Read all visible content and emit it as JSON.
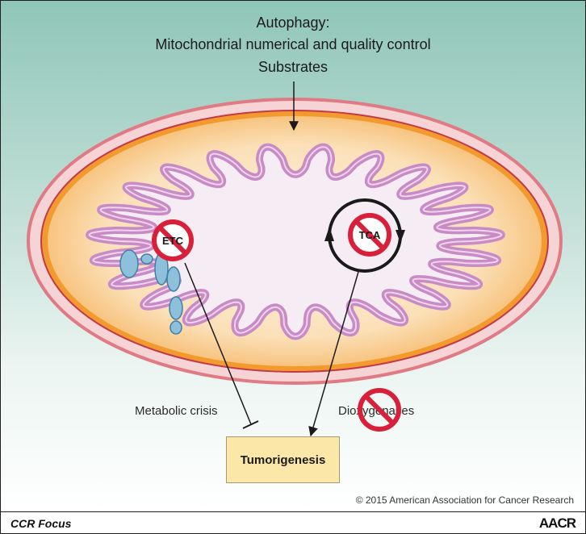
{
  "title": {
    "line1": "Autophagy:",
    "line2": "Mitochondrial numerical and quality control",
    "line3": "Substrates"
  },
  "nodes": {
    "etc": "ETC",
    "tca": "TCA",
    "tumorigenesis": "Tumorigenesis"
  },
  "labels": {
    "metabolic_crisis": "Metabolic crisis",
    "dioxygenases": "Dioxygenases"
  },
  "copyright": "© 2015 American Association for Cancer Research",
  "footer": {
    "journal": "CCR Focus",
    "logo": "AACR"
  },
  "colors": {
    "prohibition_red": "#d9203a",
    "outer_membrane": "#e07a84",
    "orange_space": "#f29a2e",
    "cristae": "#c98bc6",
    "matrix": "#f6ecf4",
    "protein_blue": "#8ec0db",
    "tumor_box": "#fbe7a8"
  }
}
